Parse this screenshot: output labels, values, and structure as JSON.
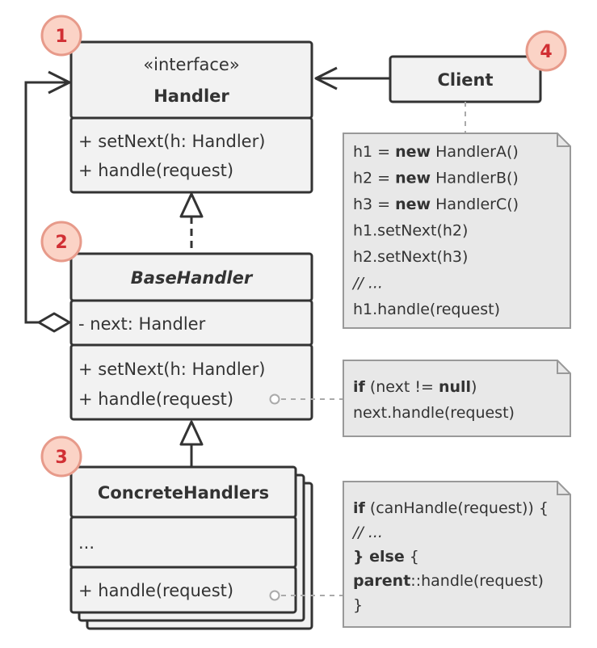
{
  "handler": {
    "stereotype": "«interface»",
    "name": "Handler",
    "methods": [
      "+ setNext(h: Handler)",
      "+ handle(request)"
    ]
  },
  "base_handler": {
    "name": "BaseHandler",
    "fields": [
      "- next: Handler"
    ],
    "methods": [
      "+ setNext(h: Handler)",
      "+ handle(request)"
    ]
  },
  "concrete_handlers": {
    "name": "ConcreteHandlers",
    "fields": [
      "..."
    ],
    "methods": [
      "+ handle(request)"
    ]
  },
  "client": {
    "name": "Client"
  },
  "badges": [
    "1",
    "2",
    "3",
    "4"
  ],
  "client_note": {
    "lines": [
      {
        "pre": "h1 = ",
        "kw": "new",
        "post": " HandlerA()"
      },
      {
        "pre": "h2 = ",
        "kw": "new",
        "post": " HandlerB()"
      },
      {
        "pre": "h3 = ",
        "kw": "new",
        "post": " HandlerC()"
      },
      {
        "pre": "h1.setNext(h2)",
        "kw": "",
        "post": ""
      },
      {
        "pre": "h2.setNext(h3)",
        "kw": "",
        "post": ""
      },
      {
        "pre": "// ...",
        "kw": "",
        "post": "",
        "comment": true
      },
      {
        "pre": "h1.handle(request)",
        "kw": "",
        "post": ""
      }
    ]
  },
  "base_note": {
    "lines": [
      {
        "kw": "if",
        "mid": " (next != ",
        "kw2": "null",
        "post": ")"
      },
      {
        "kw": "",
        "mid": "  next.handle(request)",
        "kw2": "",
        "post": ""
      }
    ]
  },
  "concrete_note": {
    "lines": [
      {
        "kw": "if",
        "post": " (canHandle(request)) {"
      },
      {
        "kw": "",
        "post": "  // ...",
        "comment": true
      },
      {
        "kw": "} else",
        "post": " {"
      },
      {
        "kw": "  parent",
        "post": "::handle(request)"
      },
      {
        "kw": "",
        "post": "}"
      }
    ]
  },
  "colors": {
    "box_fill": "#f2f2f2",
    "box_stroke": "#333333",
    "note_fill": "#e8e8e8",
    "note_stroke": "#999999",
    "badge_fill": "#fbd3c6",
    "badge_stroke": "#e79a8a",
    "badge_text": "#d12f34",
    "connector": "#aaaaaa"
  }
}
